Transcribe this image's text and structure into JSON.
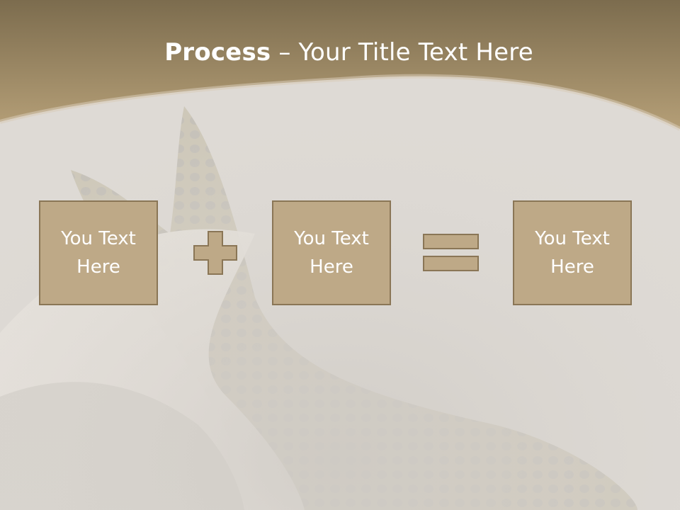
{
  "slide": {
    "title_bold": "Process",
    "title_rest": " – Your Title Text Here",
    "operators": {
      "plus": "plus-icon",
      "equals": "equals-icon"
    },
    "boxes": [
      {
        "text": "You Text Here"
      },
      {
        "text": "You Text Here"
      },
      {
        "text": "You Text Here"
      }
    ]
  },
  "colors": {
    "header_top": "#7c6c4e",
    "header_bottom": "#b59f77",
    "box_fill": "#bea987",
    "box_border": "#8a7656",
    "text": "#ffffff"
  }
}
